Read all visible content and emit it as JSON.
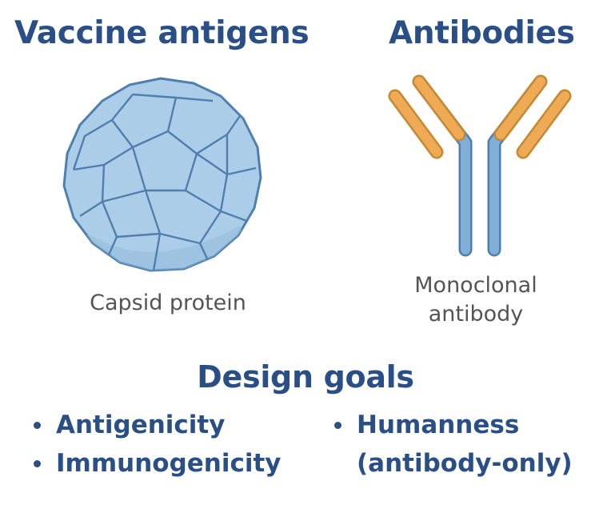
{
  "sections": {
    "vaccine": {
      "heading": "Vaccine antigens",
      "caption": "Capsid protein",
      "icon": "capsid-icon"
    },
    "antibody": {
      "heading": "Antibodies",
      "caption_line1": "Monoclonal",
      "caption_line2": "antibody",
      "icon": "antibody-icon"
    }
  },
  "design_goals": {
    "heading": "Design goals",
    "left": [
      "Antigenicity",
      "Immunogenicity"
    ],
    "right": {
      "line1": "Humanness",
      "line2": "(antibody-only)"
    }
  },
  "colors": {
    "heading": "#2a4f86",
    "caption": "#545454",
    "capsid_fill": "#a9cce6",
    "capsid_stroke": "#4f7fae",
    "antibody_heavy": "#7fafd6",
    "antibody_light": "#eeaa55"
  }
}
